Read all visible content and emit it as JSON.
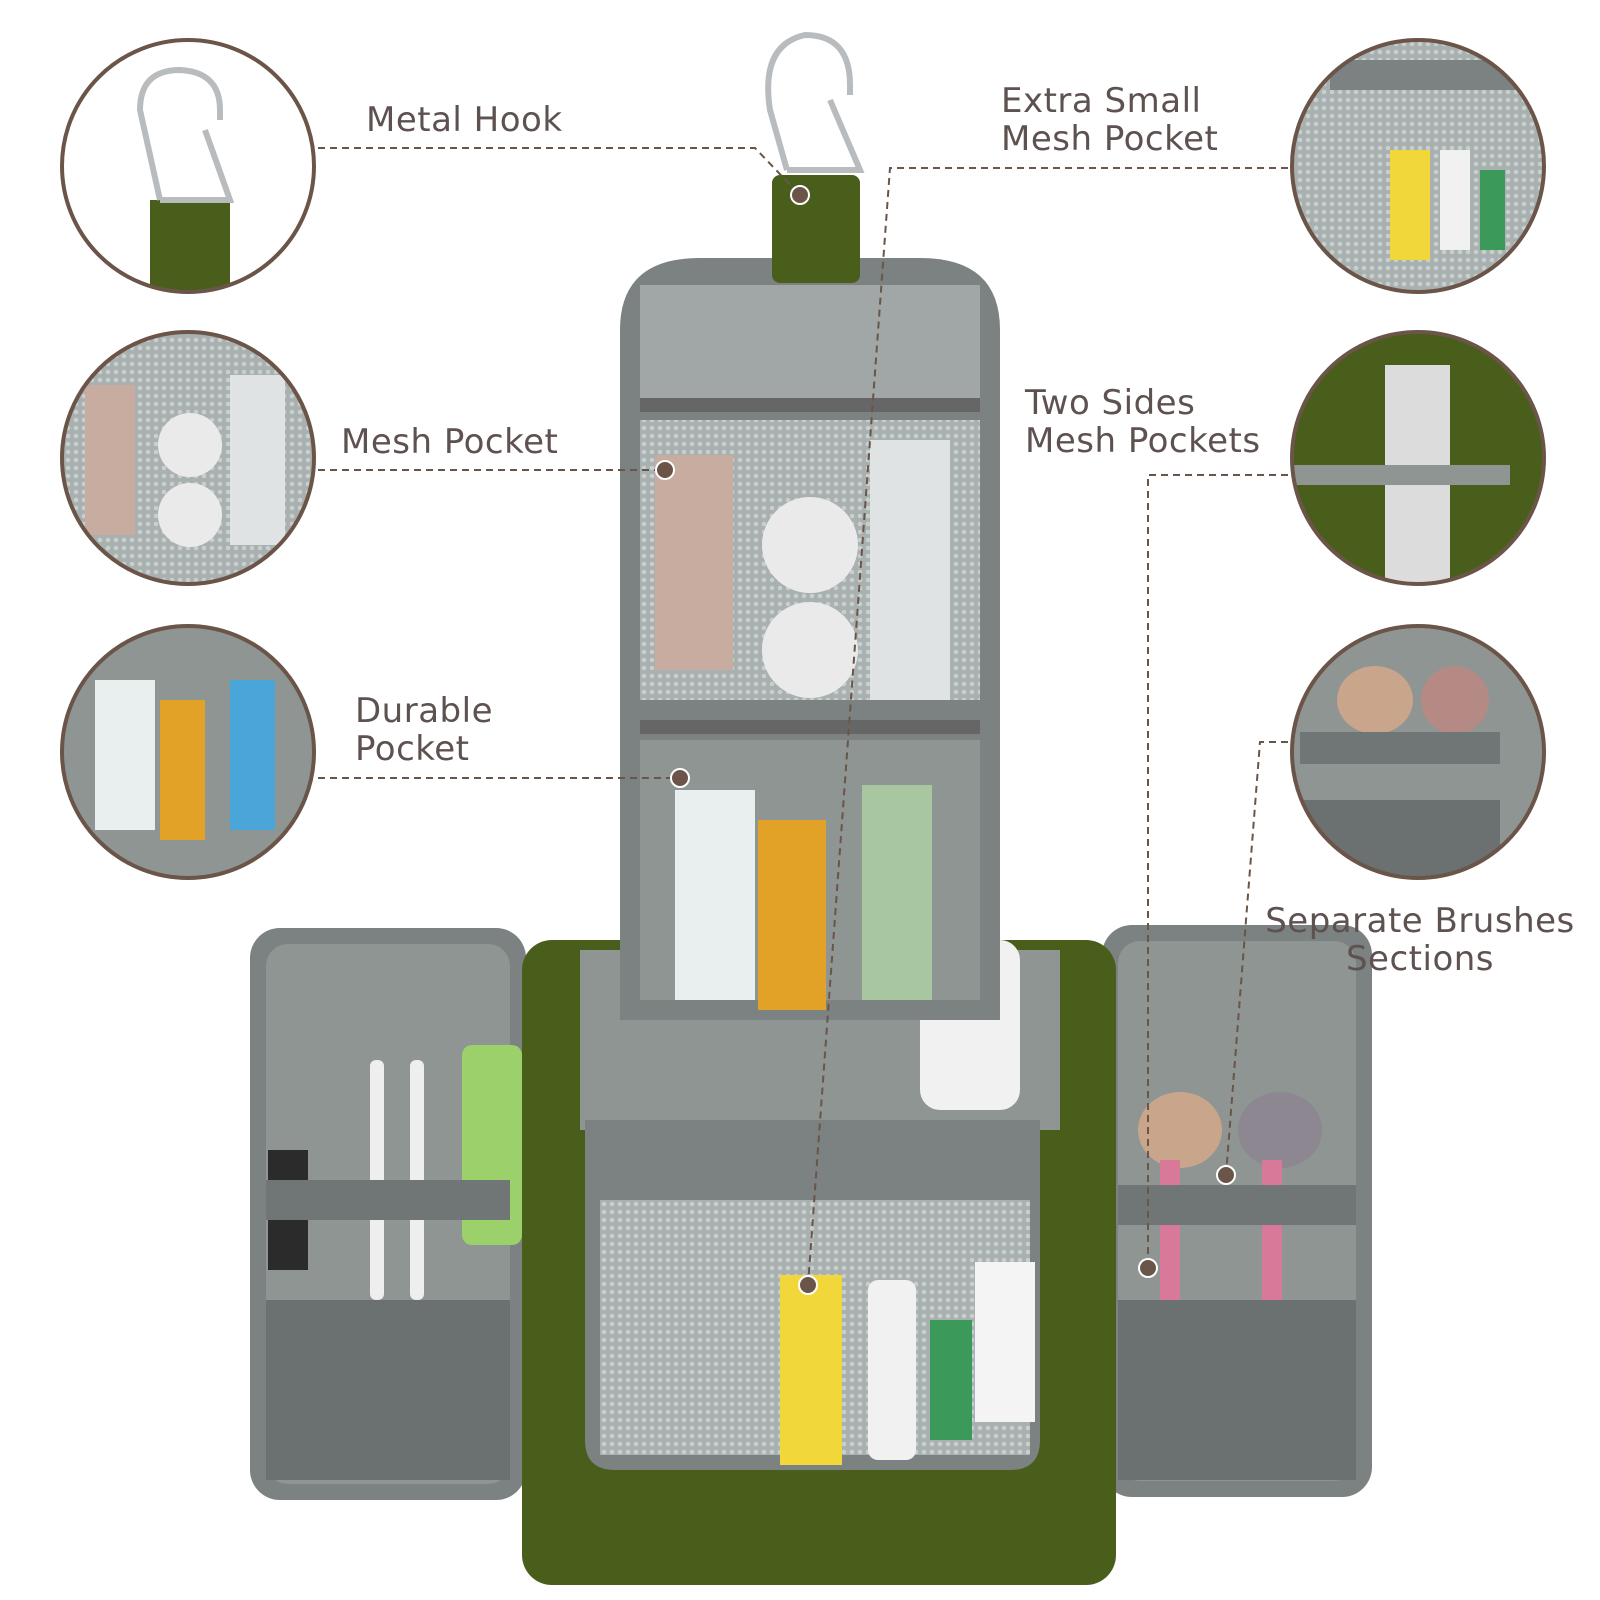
{
  "labels": {
    "metal_hook": "Metal Hook",
    "mesh_pocket": "Mesh Pocket",
    "durable_pocket_1": "Durable",
    "durable_pocket_2": "Pocket",
    "extra_small_1": "Extra Small",
    "extra_small_2": "Mesh Pocket",
    "two_sides_1": "Two Sides",
    "two_sides_2": "Mesh Pockets",
    "brushes_1": "Separate Brushes",
    "brushes_2": "Sections"
  },
  "colors": {
    "text": "#5e5250",
    "circle_border": "#6b5448",
    "bag_green": "#4a5e1c",
    "lining_grey": "#8e9593",
    "trim_grey": "#7b8281"
  }
}
